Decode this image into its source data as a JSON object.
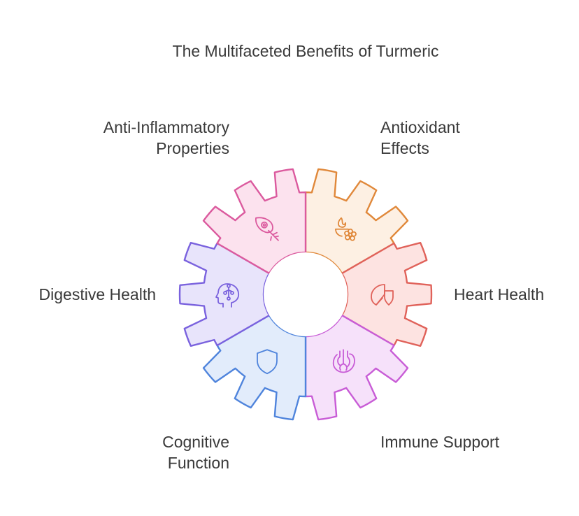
{
  "title": "The Multifaceted Benefits of Turmeric",
  "segments": [
    {
      "id": "anti-inflammatory",
      "lines": [
        "Anti-Inflammatory",
        "Properties"
      ],
      "icon": "flame-flower-icon",
      "fill": "#fdf0e3",
      "stroke": "#e0883a"
    },
    {
      "id": "antioxidant",
      "lines": [
        "Antioxidant",
        "Effects"
      ],
      "icon": "shield-pie-icon",
      "fill": "#fde3e1",
      "stroke": "#e0625a"
    },
    {
      "id": "heart-health",
      "lines": [
        "Heart Health"
      ],
      "icon": "anatomical-heart-icon",
      "fill": "#f6e1fa",
      "stroke": "#c85cd6"
    },
    {
      "id": "immune-support",
      "lines": [
        "Immune Support"
      ],
      "icon": "shield-icon",
      "fill": "#e2ecfb",
      "stroke": "#4f84dc"
    },
    {
      "id": "cognitive-function",
      "lines": [
        "Cognitive",
        "Function"
      ],
      "icon": "head-brain-icon",
      "fill": "#e8e4fb",
      "stroke": "#7a62de"
    },
    {
      "id": "digestive-health",
      "lines": [
        "Digestive Health"
      ],
      "icon": "leaf-stomach-icon",
      "fill": "#fce2ee",
      "stroke": "#db5a9e"
    }
  ]
}
